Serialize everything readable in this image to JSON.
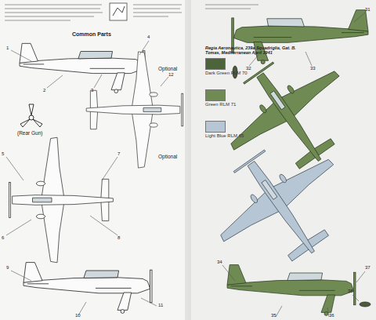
{
  "diagram": {
    "labels": [
      "Common Parts",
      "(Rear Gun)",
      "Optional",
      "Optional",
      "Regia Aeronautica, 239a Squadriglia, Gat. B. Tomas, Mediterranean April 1941",
      "1",
      "2",
      "3",
      "4",
      "5",
      "6",
      "7",
      "8",
      "9",
      "10",
      "11",
      "12",
      "31",
      "32",
      "33",
      "34",
      "35",
      "36",
      "37",
      "38"
    ],
    "legend": [
      {
        "text": "Dark Green RLM 70",
        "color": "#4d6339"
      },
      {
        "text": "Green RLM 71",
        "color": "#6f8a52"
      },
      {
        "text": "Light Blue RLM 65",
        "color": "#b6c6d4"
      }
    ]
  }
}
